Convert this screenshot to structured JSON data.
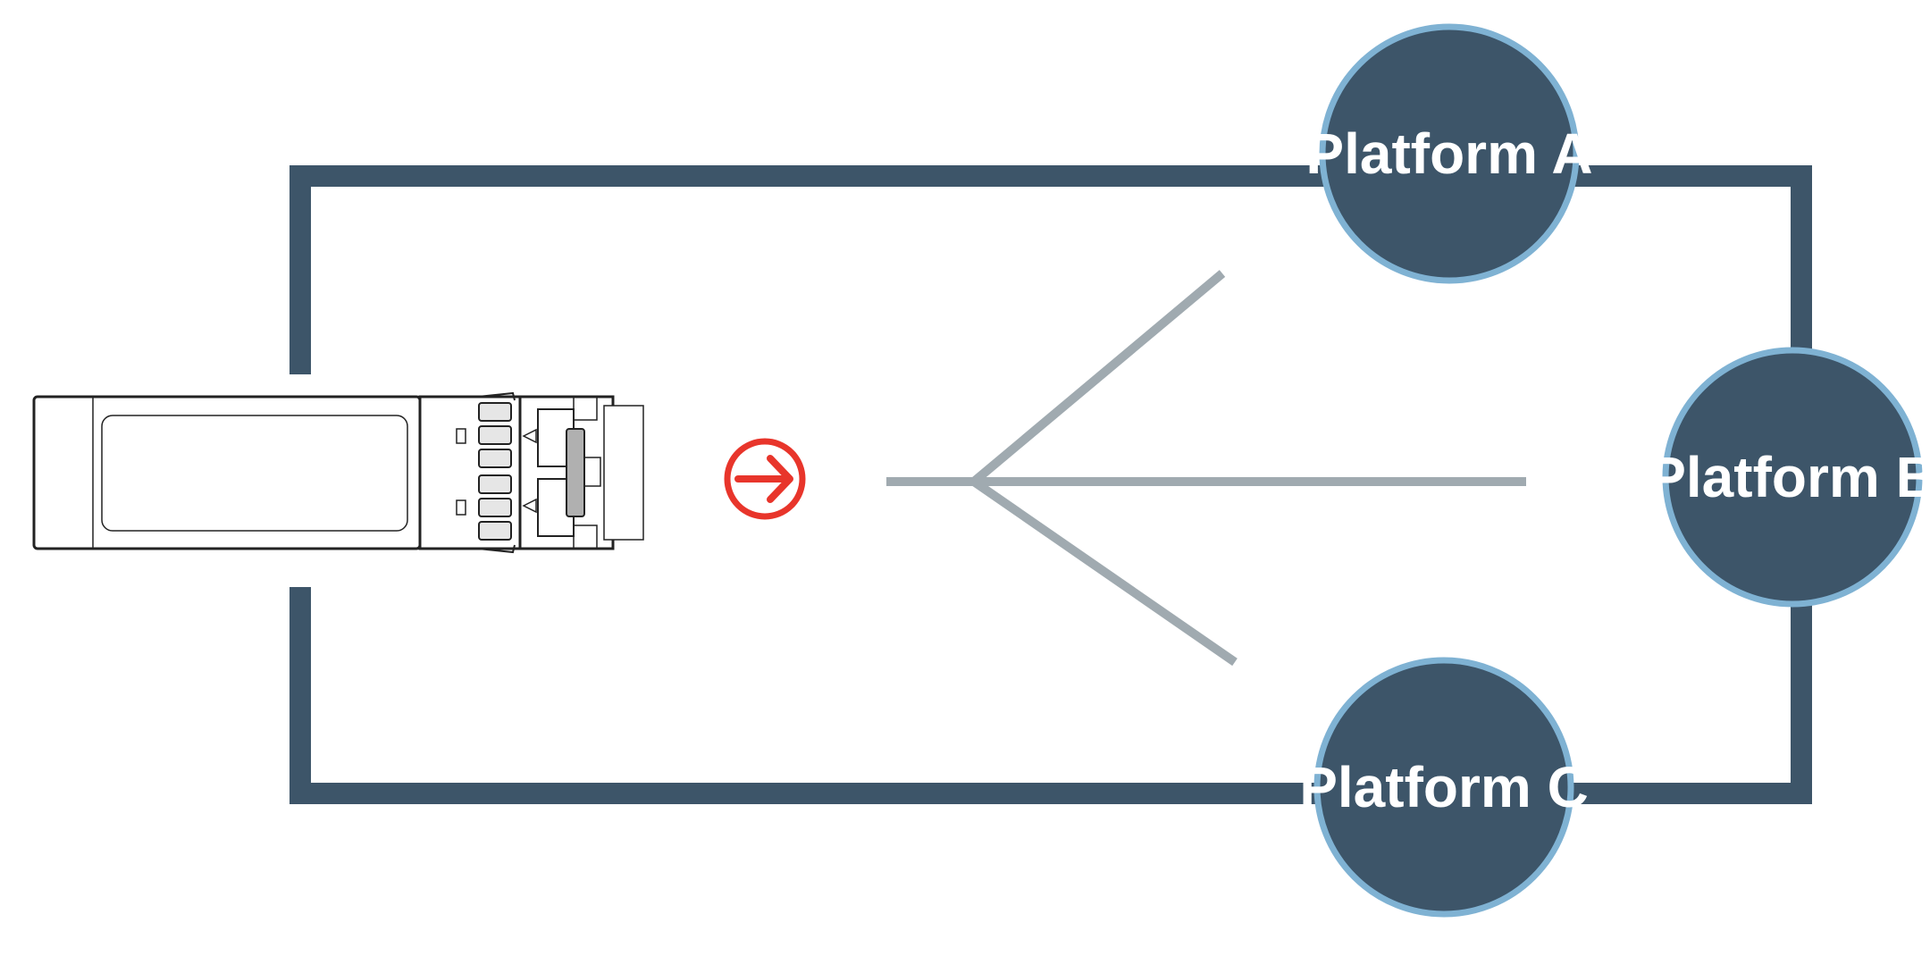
{
  "diagram": {
    "platforms": [
      {
        "id": "a",
        "label": "Platform A"
      },
      {
        "id": "b",
        "label": "Platform B"
      },
      {
        "id": "c",
        "label": "Platform C"
      }
    ],
    "colors": {
      "frame": "#3d5569",
      "node_fill": "#3d5569",
      "node_ring": "#7fb2d3",
      "node_text": "#ffffff",
      "branch_lines": "#a0aab0",
      "arrow": "#e8352b",
      "module_outline": "#222222"
    },
    "icons": {
      "module": "sfp-transceiver-icon",
      "arrow": "circle-arrow-right-icon"
    }
  }
}
